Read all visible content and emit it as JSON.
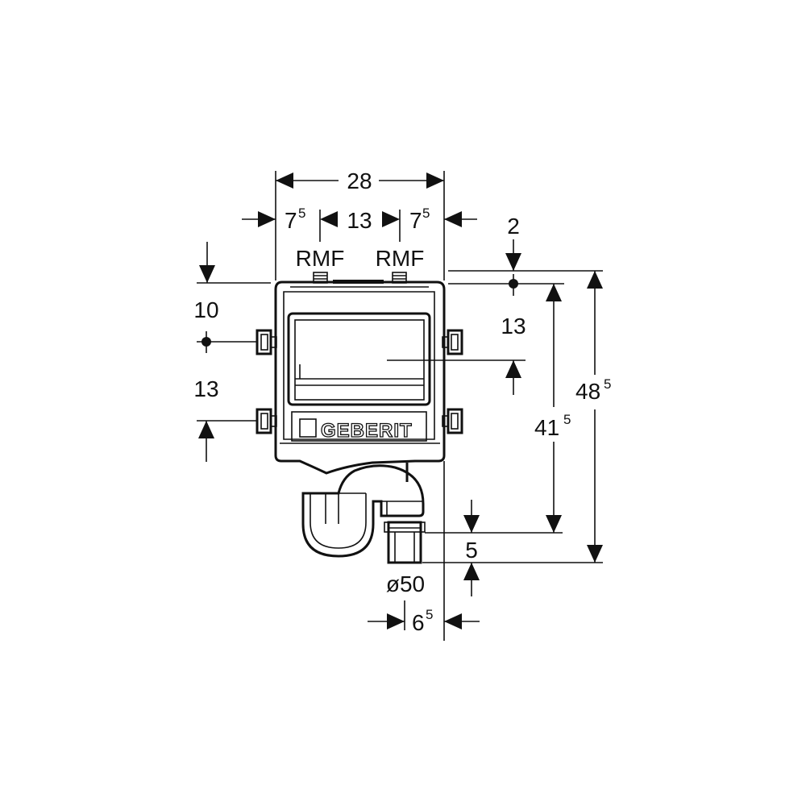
{
  "brand": "GEBERIT",
  "dimensions": {
    "overall_width": "28",
    "left_offset_main": "7",
    "left_offset_sup": "5",
    "connector_spacing": "13",
    "right_offset_main": "7",
    "right_offset_sup": "5",
    "top_offset": "2",
    "fixing_top": "10",
    "fixing_spacing": "13",
    "right_fixing": "13",
    "height_inner_main": "41",
    "height_inner_sup": "5",
    "height_overall_main": "48",
    "height_overall_sup": "5",
    "outlet_drop": "5",
    "outlet_diameter": "ø50",
    "outlet_offset_main": "6",
    "outlet_offset_sup": "5"
  },
  "labels": {
    "connector_left": "RMF",
    "connector_right": "RMF"
  },
  "colors": {
    "line": "#111111",
    "background": "#ffffff"
  }
}
